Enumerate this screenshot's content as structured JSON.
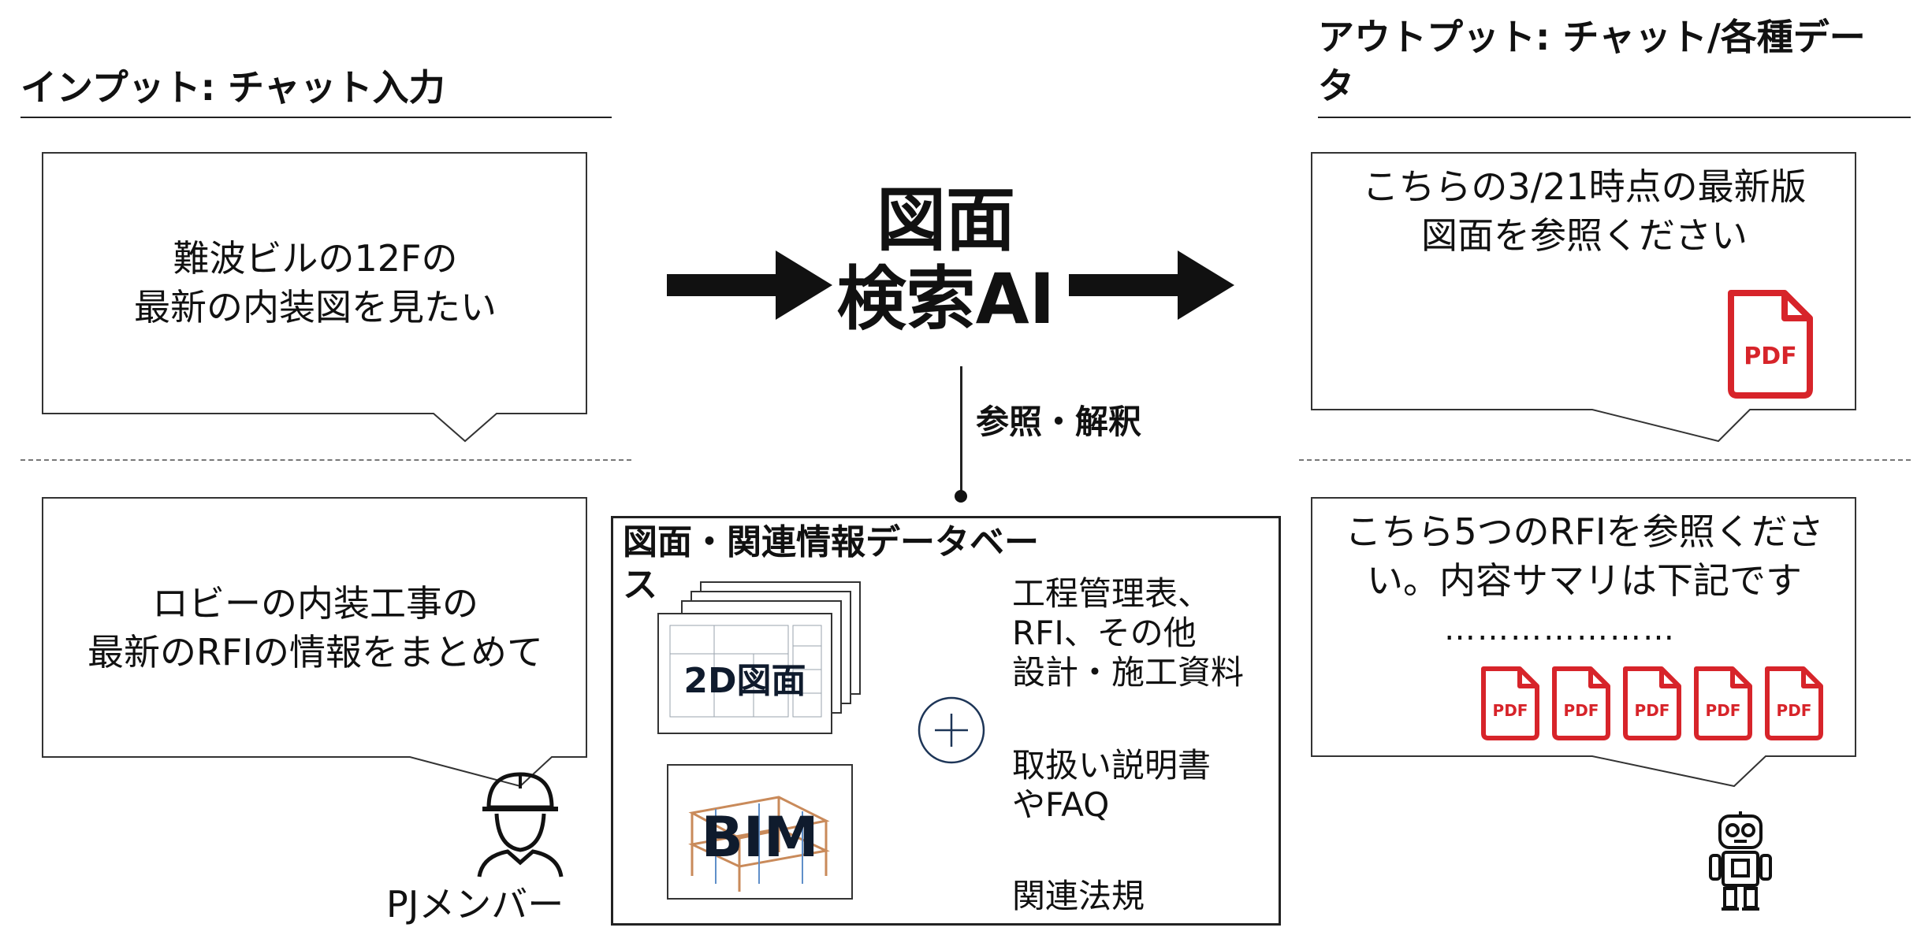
{
  "input": {
    "heading": "インプット: チャット入力",
    "bubble1": [
      "難波ビルの12Fの",
      "最新の内装図を見たい"
    ],
    "bubble2": [
      "ロビーの内装工事の",
      "最新のRFIの情報をまとめて"
    ],
    "member_label": "PJメンバー"
  },
  "center": {
    "title_line1": "図面",
    "title_line2": "検索AI",
    "connector_label": "参照・解釈"
  },
  "database": {
    "title_line1": "図面・関連情報データベー",
    "title_line2": "ス",
    "card_2d": "2D図面",
    "card_bim": "BIM",
    "items": [
      "工程管理表、",
      "RFI、その他",
      "設計・施工資料",
      "取扱い説明書",
      "やFAQ",
      "関連法規"
    ]
  },
  "output": {
    "heading_line1": "アウトプット: チャット/各種デー",
    "heading_line2": "タ",
    "bubble1": [
      "こちらの3/21時点の最新版",
      "図面を参照ください"
    ],
    "bubble2": [
      "こちら5つのRFIを参照くださ",
      "い。内容サマリは下記です"
    ],
    "ellipsis": "…………………",
    "pdf_label": "PDF",
    "pdf_count": 5
  },
  "colors": {
    "pdf_red": "#d7242a",
    "text": "#111111",
    "line": "#222222"
  }
}
